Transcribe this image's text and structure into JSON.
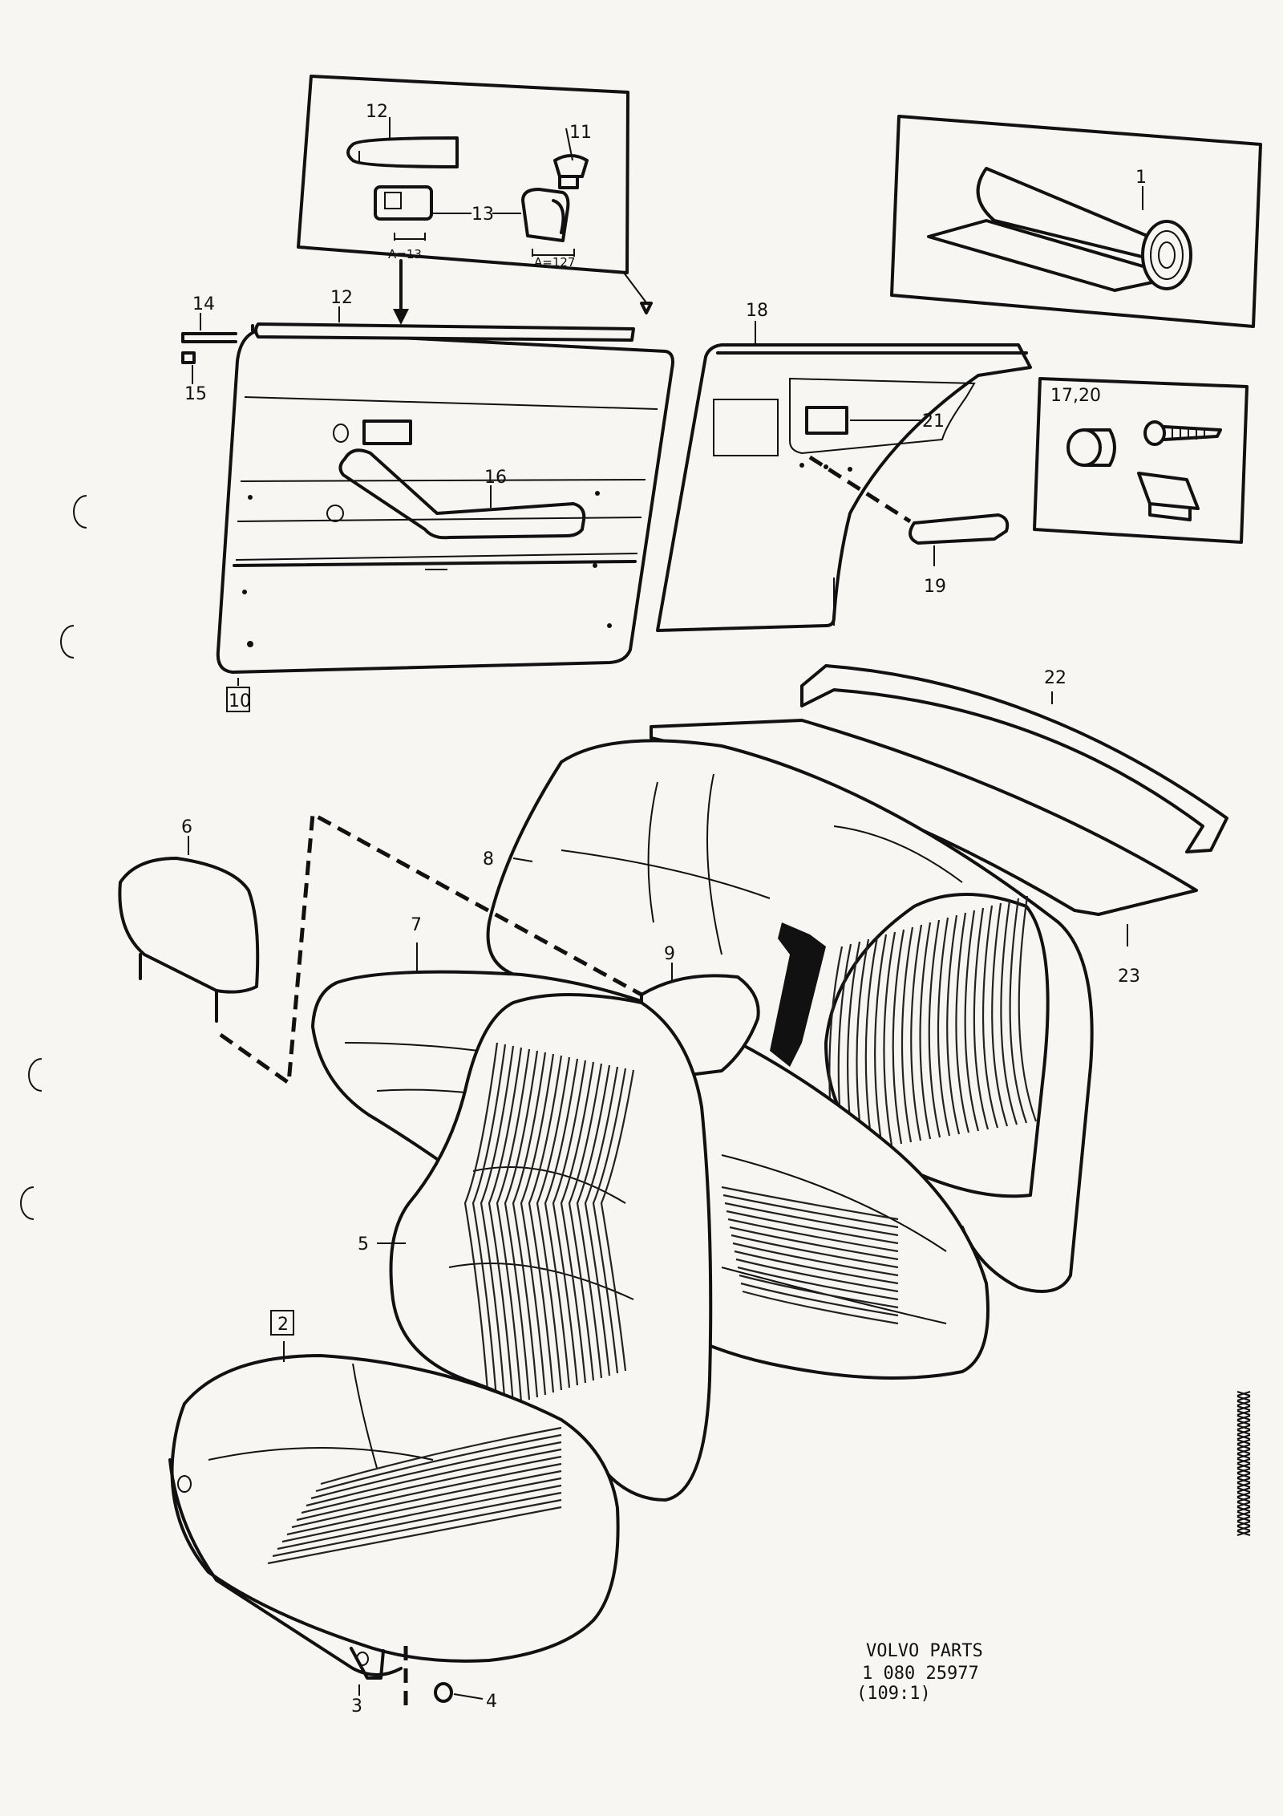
{
  "diagram": {
    "callouts": {
      "c1": "1",
      "c2": "2",
      "c3": "3",
      "c4": "4",
      "c5": "5",
      "c6": "6",
      "c7": "7",
      "c8": "8",
      "c9": "9",
      "c10": "10",
      "c11": "11",
      "c12a": "12",
      "c12b": "12",
      "c13": "13",
      "c14": "14",
      "c15": "15",
      "c16": "16",
      "c17_20": "17,20",
      "c18": "18",
      "c19": "19",
      "c21": "21",
      "c22": "22",
      "c23": "23"
    },
    "inset_labels": {
      "a13": "A=13",
      "a127": "A=127"
    },
    "footer": {
      "line1": "VOLVO  PARTS",
      "line2": "1 080   25977",
      "line3": "(109:1)"
    }
  }
}
